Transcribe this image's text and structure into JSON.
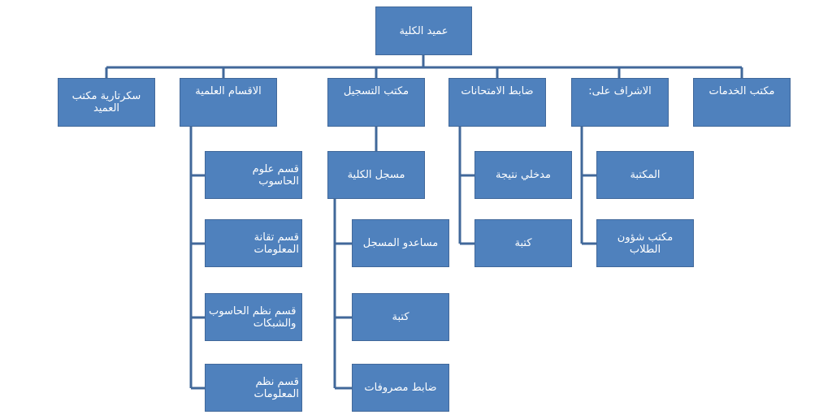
{
  "org_chart": {
    "root": {
      "label": "عميد الكلية"
    },
    "departments": [
      {
        "label": "سكرتارية مكتب\nالعميد"
      },
      {
        "label": "الاقسام العلمية",
        "children": [
          {
            "label": "قسم علوم الحاسوب"
          },
          {
            "label": "قسم تقانة المعلومات"
          },
          {
            "label": "قسم نظم الحاسوب\nوالشبكات"
          },
          {
            "label": "قسم نظم المعلومات"
          }
        ]
      },
      {
        "label": "مكتب التسجيل",
        "children": [
          {
            "label": "مسجل الكلية",
            "children": [
              {
                "label": "مساعدو المسجل"
              },
              {
                "label": "كتبة"
              },
              {
                "label": "ضابط مصروفات"
              }
            ]
          }
        ]
      },
      {
        "label": "ضابط الامتحانات",
        "children": [
          {
            "label": "مدخلي نتيجة"
          },
          {
            "label": "كتبة"
          }
        ]
      },
      {
        "label": "الاشراف على:",
        "children": [
          {
            "label": "المكتبة"
          },
          {
            "label": "مكتب شؤون\nالطلاب"
          }
        ]
      },
      {
        "label": "مكتب الخدمات"
      }
    ]
  },
  "colors": {
    "box_fill": "#4f81bd",
    "box_border": "#41689a",
    "connector": "#41689a",
    "text": "#ffffff"
  }
}
